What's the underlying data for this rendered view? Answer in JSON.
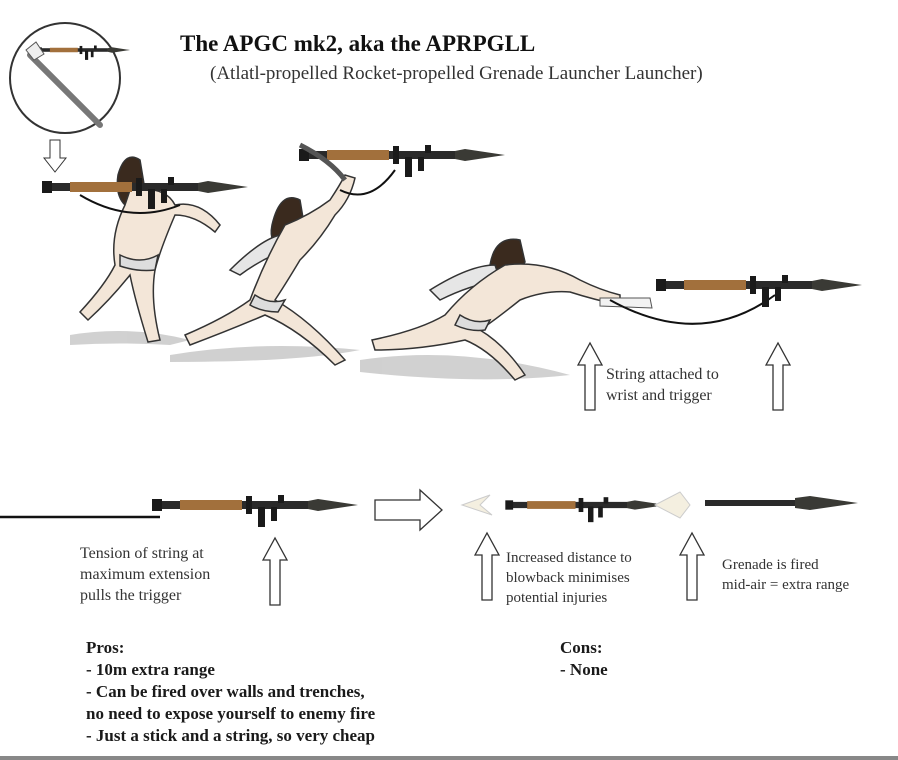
{
  "header": {
    "title": "The APGC mk2, aka the APRPGLL",
    "subtitle": "(Atlatl-propelled Rocket-propelled Grenade Launcher Launcher)"
  },
  "annotations": {
    "string_attached": [
      "String attached to",
      "wrist and trigger"
    ],
    "tension": [
      "Tension of string at",
      "maximum extension",
      "pulls the trigger"
    ],
    "distance": [
      "Increased distance to",
      "blowback minimises",
      "potential injuries"
    ],
    "grenade": [
      "Grenade is fired",
      "mid-air = extra range"
    ]
  },
  "pros": {
    "heading": "Pros:",
    "lines": [
      "- 10m extra range",
      "- Can be fired over walls and trenches,",
      "no need to expose yourself to enemy fire",
      "- Just a stick and a string, so very cheap"
    ]
  },
  "cons": {
    "heading": "Cons:",
    "lines": [
      "- None"
    ]
  },
  "colors": {
    "wood": "#a2703c",
    "metal": "#2a2a2a",
    "skin": "#f3e6d8",
    "hair": "#3a2a1e"
  }
}
